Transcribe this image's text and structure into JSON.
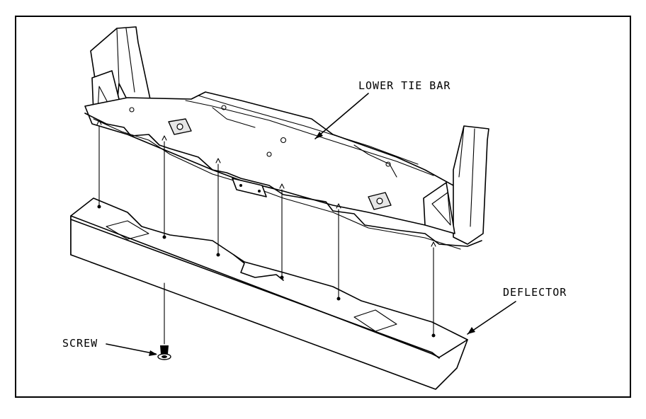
{
  "labels": {
    "lower_tie_bar": "LOWER TIE BAR",
    "deflector": "DEFLECTOR",
    "screw": "SCREW"
  }
}
